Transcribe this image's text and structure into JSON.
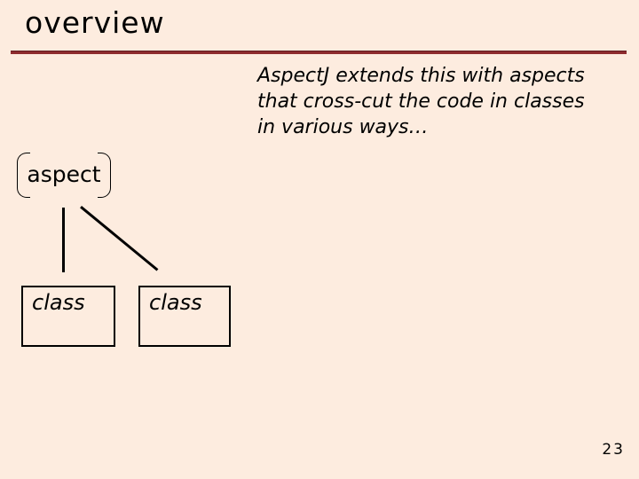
{
  "slide": {
    "title": "overview",
    "body": {
      "lines": [
        "AspectJ extends this with aspects",
        "that cross-cut the code in classes",
        "in various ways…"
      ]
    },
    "diagram": {
      "aspect_label": "aspect",
      "class1_label": "class",
      "class2_label": "class"
    },
    "page_number": "23"
  },
  "colors": {
    "background": "#fdecdf",
    "accent_rule": "#8e2b2e",
    "ink": "#000000"
  }
}
